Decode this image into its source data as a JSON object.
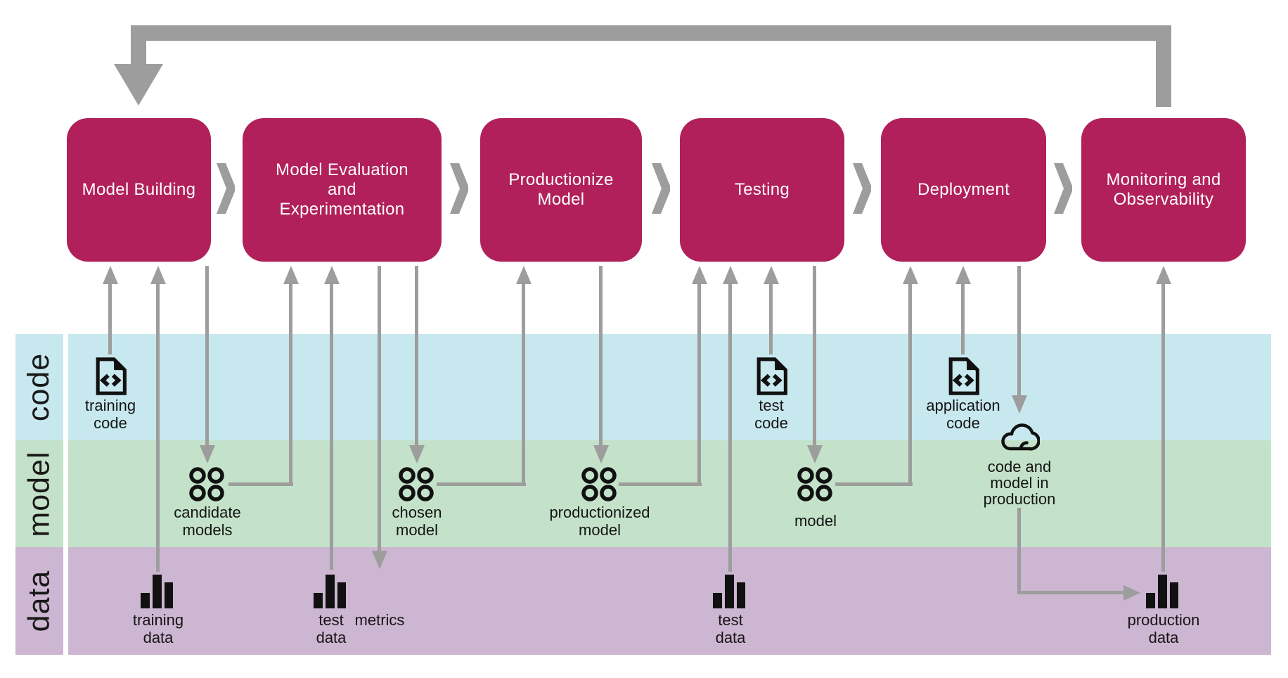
{
  "lanes": {
    "code": {
      "label": "code"
    },
    "model": {
      "label": "model"
    },
    "data": {
      "label": "data"
    }
  },
  "stages": [
    {
      "label": "Model Building"
    },
    {
      "label": "Model Evaluation\nand\nExperimentation"
    },
    {
      "label": "Productionize\nModel"
    },
    {
      "label": "Testing"
    },
    {
      "label": "Deployment"
    },
    {
      "label": "Monitoring and\nObservability"
    }
  ],
  "artifacts": {
    "training_code": {
      "label": "training\ncode",
      "icon": "code-file-icon",
      "lane": "code"
    },
    "training_data": {
      "label": "training\ndata",
      "icon": "bar-chart-icon",
      "lane": "data"
    },
    "candidate_models": {
      "label": "candidate\nmodels",
      "icon": "model-circles-icon",
      "lane": "model"
    },
    "test_data_eval": {
      "label": "test\ndata",
      "icon": "bar-chart-icon",
      "lane": "data"
    },
    "metrics": {
      "label": "metrics",
      "icon": "bar-chart-icon",
      "lane": "data"
    },
    "chosen_model": {
      "label": "chosen\nmodel",
      "icon": "model-circles-icon",
      "lane": "model"
    },
    "productionized_model": {
      "label": "productionized\nmodel",
      "icon": "model-circles-icon",
      "lane": "model"
    },
    "test_data_testing": {
      "label": "test\ndata",
      "icon": "bar-chart-icon",
      "lane": "data"
    },
    "test_code": {
      "label": "test\ncode",
      "icon": "code-file-icon",
      "lane": "code"
    },
    "model": {
      "label": "model",
      "icon": "model-circles-icon",
      "lane": "model"
    },
    "application_code": {
      "label": "application\ncode",
      "icon": "code-file-icon",
      "lane": "code"
    },
    "code_model_in_production": {
      "label": "code and\nmodel in\nproduction",
      "icon": "cloud-icon",
      "lane": "code"
    },
    "production_data": {
      "label": "production\ndata",
      "icon": "bar-chart-icon",
      "lane": "data"
    }
  },
  "colors": {
    "stage_fill": "#b1205a",
    "stage_text": "#ffffff",
    "arrow_gray": "#9d9d9d",
    "lane_code": "#c7e8ee",
    "lane_model": "#c4e2c9",
    "lane_data": "#cdb6d1",
    "icon_black": "#111111",
    "background": "#ffffff"
  }
}
